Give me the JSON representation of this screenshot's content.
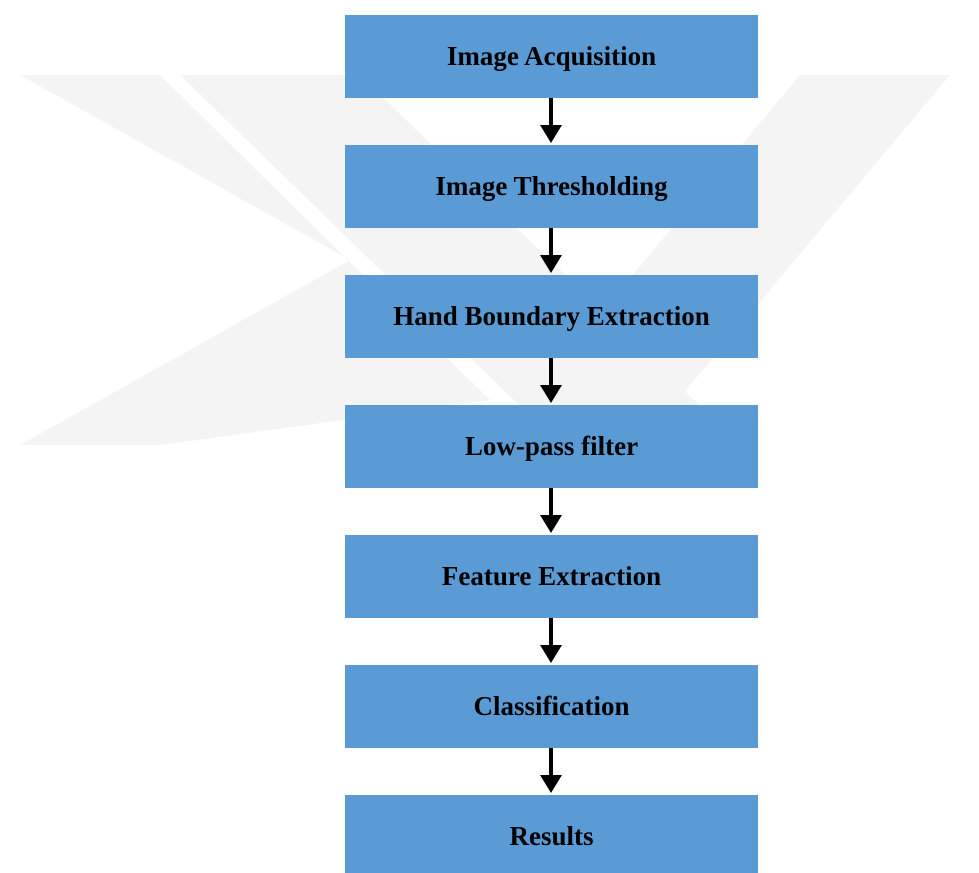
{
  "flowchart": {
    "steps": [
      "Image Acquisition",
      "Image Thresholding",
      "Hand Boundary Extraction",
      "Low-pass filter",
      "Feature Extraction",
      "Classification",
      "Results"
    ]
  },
  "colors": {
    "box_fill": "#5b9bd5",
    "text": "#000000",
    "arrow": "#000000",
    "watermark": "#f3f3f3"
  }
}
